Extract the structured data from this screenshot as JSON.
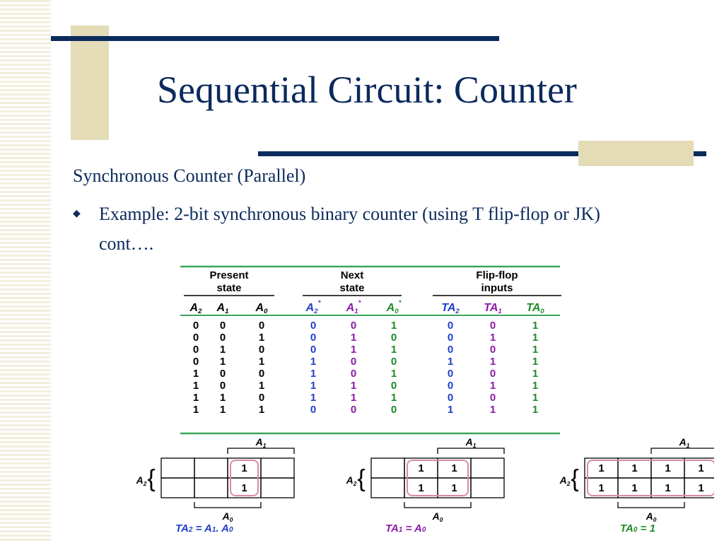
{
  "slide": {
    "title": "Sequential Circuit: Counter",
    "subtitle": "Synchronous Counter (Parallel)",
    "bullet_icon": "diamond-bullet-icon",
    "bullet_text": "Example: 2-bit synchronous binary counter (using T flip-flop or JK) cont…."
  },
  "colors": {
    "title": "#0b2a5c",
    "decor_tan": "#e3dcb7",
    "table_rule": "#3aa65a",
    "present": "#000000",
    "next_a2": "#1f3fc4",
    "next_a1": "#8a1aa8",
    "next_a0": "#1f8a2a",
    "kmap_frame": "#d98aa8"
  },
  "table": {
    "groups": [
      "Present state",
      "Next state",
      "Flip-flop inputs"
    ],
    "headers": [
      "A2",
      "A1",
      "A0",
      "A2*",
      "A1*",
      "A0*",
      "TA2",
      "TA1",
      "TA0"
    ],
    "rows": [
      [
        "0",
        "0",
        "0",
        "0",
        "0",
        "1",
        "0",
        "0",
        "1"
      ],
      [
        "0",
        "0",
        "1",
        "0",
        "1",
        "0",
        "0",
        "1",
        "1"
      ],
      [
        "0",
        "1",
        "0",
        "0",
        "1",
        "1",
        "0",
        "0",
        "1"
      ],
      [
        "0",
        "1",
        "1",
        "1",
        "0",
        "0",
        "1",
        "1",
        "1"
      ],
      [
        "1",
        "0",
        "0",
        "1",
        "0",
        "1",
        "0",
        "0",
        "1"
      ],
      [
        "1",
        "0",
        "1",
        "1",
        "1",
        "0",
        "0",
        "1",
        "1"
      ],
      [
        "1",
        "1",
        "0",
        "1",
        "1",
        "1",
        "0",
        "0",
        "1"
      ],
      [
        "1",
        "1",
        "1",
        "0",
        "0",
        "0",
        "1",
        "1",
        "1"
      ]
    ]
  },
  "kmaps": [
    {
      "row_label": "A2",
      "top_label": "A1",
      "bottom_label": "A0",
      "cells": [
        [
          "",
          "",
          "1",
          ""
        ],
        [
          "",
          "",
          "1",
          ""
        ]
      ],
      "equation": "TA2 = A1. A0"
    },
    {
      "row_label": "A2",
      "top_label": "A1",
      "bottom_label": "A0",
      "cells": [
        [
          "",
          "1",
          "1",
          ""
        ],
        [
          "",
          "1",
          "1",
          ""
        ]
      ],
      "equation": "TA1 = A0"
    },
    {
      "row_label": "A2",
      "top_label": "A1",
      "bottom_label": "A0",
      "cells": [
        [
          "1",
          "1",
          "1",
          "1"
        ],
        [
          "1",
          "1",
          "1",
          "1"
        ]
      ],
      "equation": "TA0 = 1"
    }
  ]
}
